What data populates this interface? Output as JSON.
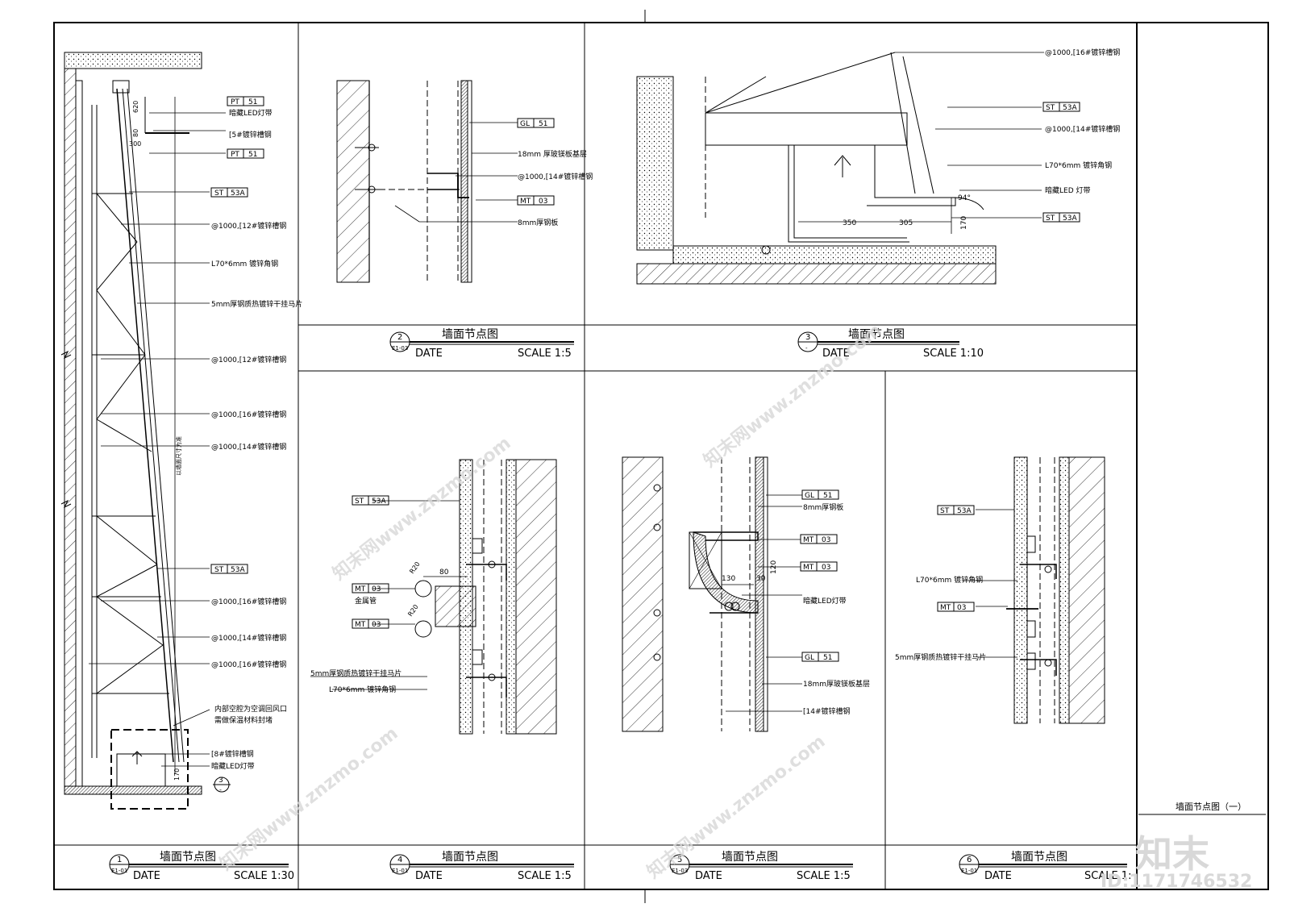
{
  "sheet": {
    "title": "墙面节点图（一）",
    "watermark_brand": "知末",
    "watermark_id": "ID:1171746532",
    "watermark_site": "知末网www.znzmo.com"
  },
  "details": [
    {
      "num": "1",
      "ref": "E1-01",
      "title": "墙面节点图",
      "date": "DATE",
      "scale": "SCALE 1:30"
    },
    {
      "num": "2",
      "ref": "E1-03",
      "title": "墙面节点图",
      "date": "DATE",
      "scale": "SCALE 1:5"
    },
    {
      "num": "3",
      "ref": "-",
      "title": "墙面节点图",
      "date": "DATE",
      "scale": "SCALE 1:10"
    },
    {
      "num": "4",
      "ref": "E1-01",
      "title": "墙面节点图",
      "date": "DATE",
      "scale": "SCALE 1:5"
    },
    {
      "num": "5",
      "ref": "E1-03",
      "title": "墙面节点图",
      "date": "DATE",
      "scale": "SCALE 1:5"
    },
    {
      "num": "6",
      "ref": "E1-01",
      "title": "墙面节点图",
      "date": "DATE",
      "scale": "SCALE 1:"
    }
  ],
  "d1": {
    "tag_pt1": "PT",
    "tag_pt1_no": "51",
    "led": "暗藏LED灯带",
    "ch5": "[5#镀锌槽钢",
    "tag_pt2": "PT",
    "tag_pt2_no": "51",
    "tag_st1": "ST",
    "tag_st1_no": "53A",
    "ch12a": "@1000,[12#镀锌槽钢",
    "angle": "L70*6mm 镀锌角钢",
    "plate": "5mm厚钢质热镀锌干挂马片",
    "ch12b": "@1000,[12#镀锌槽钢",
    "ch16a": "@1000,[16#镀锌槽钢",
    "ch14a": "@1000,[14#镀锌槽钢",
    "tag_st2": "ST",
    "tag_st2_no": "53A",
    "ch16b": "@1000,[16#镀锌槽钢",
    "ch14b": "@1000,[14#镀锌槽钢",
    "ch16c": "@1000,[16#镀锌槽钢",
    "note1": "内部空腔为空调回风口",
    "note2": "需做保温材料封堵",
    "ch8": "[8#镀锌槽钢",
    "led2": "暗藏LED灯带",
    "callout_num": "3",
    "callout_ref": "-",
    "dim620": "620",
    "dim80": "80",
    "dim300": "300",
    "dim170": "170",
    "vert_note": "以墙面尺寸为准"
  },
  "d2": {
    "gl": "GL",
    "gl_no": "51",
    "board": "18mm 厚玻镁板基层",
    "ch14": "@1000,[14#镀锌槽钢",
    "mt": "MT",
    "mt_no": "03",
    "plate": "8mm厚钢板"
  },
  "d3": {
    "ch16": "@1000,[16#镀锌槽钢",
    "st": "ST",
    "st_no": "53A",
    "ch14": "@1000,[14#镀锌槽钢",
    "angle": "L70*6mm 镀锌角钢",
    "led": "暗藏LED 灯带",
    "st2": "ST",
    "st2_no": "53A",
    "dim350": "350",
    "dim305": "305",
    "dim170": "170",
    "ang": "94°"
  },
  "d4": {
    "st": "ST",
    "st_no": "53A",
    "r20a": "R20",
    "r20b": "R20",
    "dim80": "80",
    "mt1": "MT",
    "mt1_no": "03",
    "pipe": "金属管",
    "mt2": "MT",
    "mt2_no": "03",
    "plate": "5mm厚钢质热镀锌干挂马片",
    "angle": "L70*6mm 镀锌角钢"
  },
  "d5": {
    "gl1": "GL",
    "gl1_no": "51",
    "plate": "8mm厚钢板",
    "mt1": "MT",
    "mt1_no": "03",
    "mt2": "MT",
    "mt2_no": "03",
    "dim130": "130",
    "dim30": "30",
    "dim120": "120",
    "led": "暗藏LED灯带",
    "gl2": "GL",
    "gl2_no": "51",
    "board": "18mm厚玻镁板基层",
    "ch14": "[14#镀锌槽钢"
  },
  "d6": {
    "st": "ST",
    "st_no": "53A",
    "angle": "L70*6mm 镀锌角钢",
    "mt": "MT",
    "mt_no": "03",
    "plate": "5mm厚钢质热镀锌干挂马片"
  }
}
